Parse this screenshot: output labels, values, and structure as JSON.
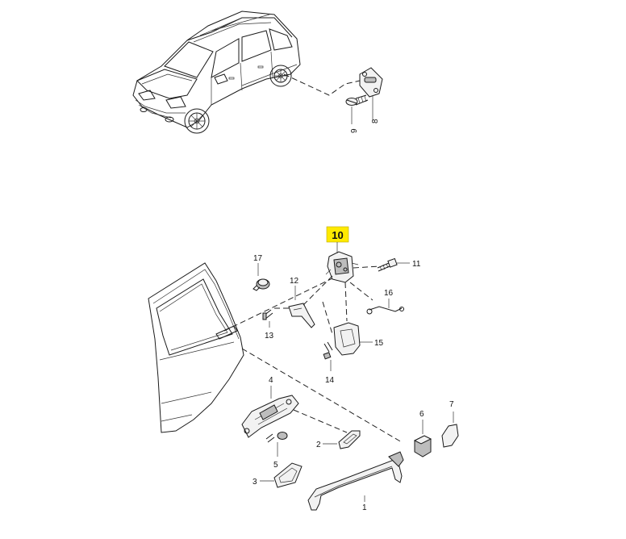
{
  "callouts": {
    "c1": "1",
    "c2": "2",
    "c3": "3",
    "c4": "4",
    "c5": "5",
    "c6": "6",
    "c7": "7",
    "c8": "8",
    "c9": "9",
    "c10": "10",
    "c11": "11",
    "c12": "12",
    "c13": "13",
    "c14": "14",
    "c15": "15",
    "c16": "16",
    "c17": "17"
  },
  "colors": {
    "highlight": "#ffea00",
    "line": "#1a1a1a"
  }
}
